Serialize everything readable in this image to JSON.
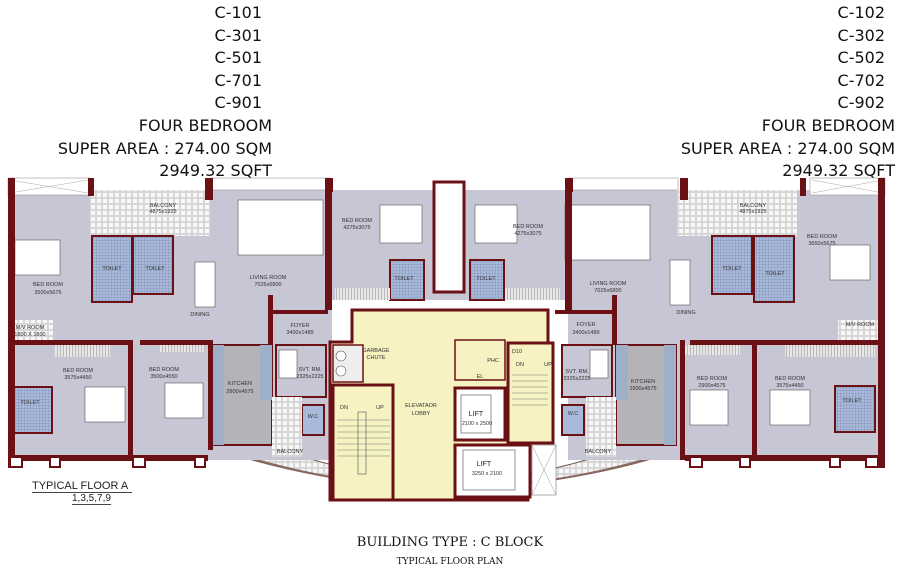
{
  "left_unit": {
    "units": [
      "C-101",
      "C-301",
      "C-501",
      "C-701",
      "C-901"
    ],
    "type": "FOUR BEDROOM",
    "super_area": "SUPER AREA : 274.00 SQM",
    "sqft": "2949.32 SQFT"
  },
  "right_unit": {
    "units": [
      "C-102",
      "C-302",
      "C-502",
      "C-702",
      "C-902"
    ],
    "type": "FOUR BEDROOM",
    "super_area": "SUPER AREA : 274.00 SQM",
    "sqft": "2949.32 SQFT"
  },
  "rooms_left": {
    "balcony": "BALCONY",
    "balcony_size": "4875x1925",
    "bed1": "BED ROOM",
    "bed1_size": "3500x5675",
    "toilet": "TOILET",
    "living": "LIVING ROOM",
    "living_size": "7025x6800",
    "dining": "DINING",
    "bed2": "BED ROOM",
    "bed2_size": "4275x3075",
    "foyer": "FOYER",
    "foyer_size": "3400x1489",
    "mv": "M/V ROOM",
    "mv_size": "1800 X 1800",
    "bed3": "BED ROOM",
    "bed3_size": "3575x4450",
    "bed4": "BED ROOM",
    "bed4_size": "3500x4550",
    "kitchen": "KITCHEN",
    "kitchen_size": "2900x4575",
    "svt": "SVT. RM.",
    "svt_size": "2325x2225",
    "wc": "W.C",
    "balcony2": "BALCONY"
  },
  "rooms_right": {
    "balcony": "BALCONY",
    "balcony_size": "4875x1925",
    "bed1": "BED ROOM",
    "bed1_size": "3650x5675",
    "toilet": "TOILET",
    "living": "LIVING ROOM",
    "living_size": "7025x6800",
    "dining": "DINING",
    "bed2": "BED ROOM",
    "bed2_size": "4275x3075",
    "foyer": "FOYER",
    "foyer_size": "3400x1489",
    "mv": "M/V ROOM",
    "bed3": "BED ROOM",
    "bed3_size": "3575x4450",
    "bed4": "BED ROOM",
    "bed4_size": "2900x4575",
    "kitchen": "KITCHEN",
    "kitchen_size": "2900x4575",
    "svt": "SVT. RM.",
    "svt_size": "2325x2225",
    "wc": "W.C",
    "balcony2": "BALCONY"
  },
  "core": {
    "garbage": "GARBAGE",
    "chute": "CHUTE",
    "lobby1": "ELEVATAOR",
    "lobby2": "LOBBY",
    "phc": "PHC",
    "el": "EL",
    "d10": "D10",
    "dn": "DN",
    "up": "UP",
    "lift": "LIFT",
    "lift1_size": "2100 x 2500",
    "lift2_size": "3250 x 2100"
  },
  "floor_label": "TYPICAL FLOOR A",
  "floor_numbers": "1,3,5,7,9",
  "building_type": "BUILDING TYPE : C BLOCK",
  "plan_title": "TYPICAL FLOOR PLAN",
  "colors": {
    "wall": "#6b1014",
    "room": "#c6c6d4",
    "toilet": "#a9b9d9",
    "lobby": "#f6f2c2",
    "kitchen": "#b4b4b8",
    "tile": "#e4e4e4"
  }
}
